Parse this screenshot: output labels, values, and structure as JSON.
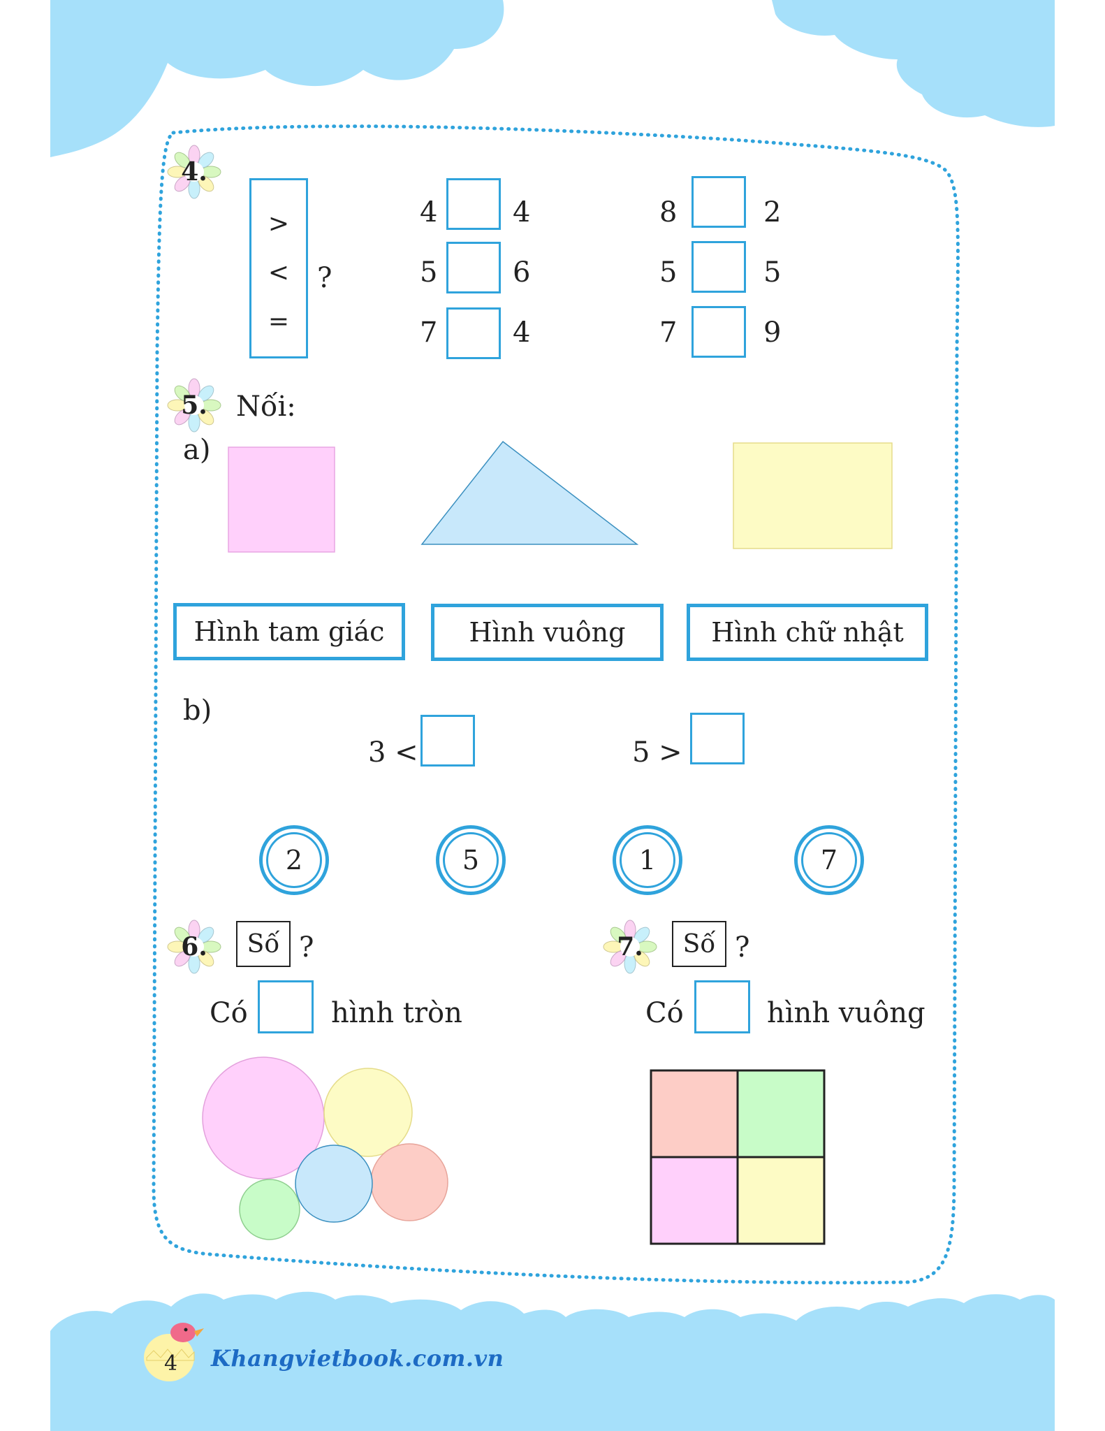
{
  "ex4": {
    "number": "4.",
    "legend": [
      ">",
      "<",
      "="
    ],
    "question": "?",
    "left_pairs": [
      [
        "4",
        "4"
      ],
      [
        "5",
        "6"
      ],
      [
        "7",
        "4"
      ]
    ],
    "right_pairs": [
      [
        "8",
        "2"
      ],
      [
        "5",
        "5"
      ],
      [
        "7",
        "9"
      ]
    ]
  },
  "ex5": {
    "number": "5.",
    "title": "Nối:",
    "part_a": "a)",
    "labels": [
      "Hình tam giác",
      "Hình vuông",
      "Hình chữ nhật"
    ],
    "part_b": "b)",
    "b_left": "3 <",
    "b_right": "5 >",
    "circles": [
      "2",
      "5",
      "1",
      "7"
    ]
  },
  "ex6": {
    "number": "6.",
    "tag": "Số",
    "question": "?",
    "pre": "Có",
    "post": "hình tròn"
  },
  "ex7": {
    "number": "7.",
    "tag": "Số",
    "question": "?",
    "pre": "Có",
    "post": "hình vuông"
  },
  "footer": {
    "page_number": "4",
    "site": "Khangvietbook.com.vn"
  },
  "colors": {
    "sky": "#a6e0fa",
    "accent": "#2fa3dc",
    "pink": "#ffd0fb",
    "blue": "#c8e8fb",
    "yellow": "#fdfbc5",
    "green": "#c8fcc8",
    "salmon": "#fdcdc6"
  }
}
